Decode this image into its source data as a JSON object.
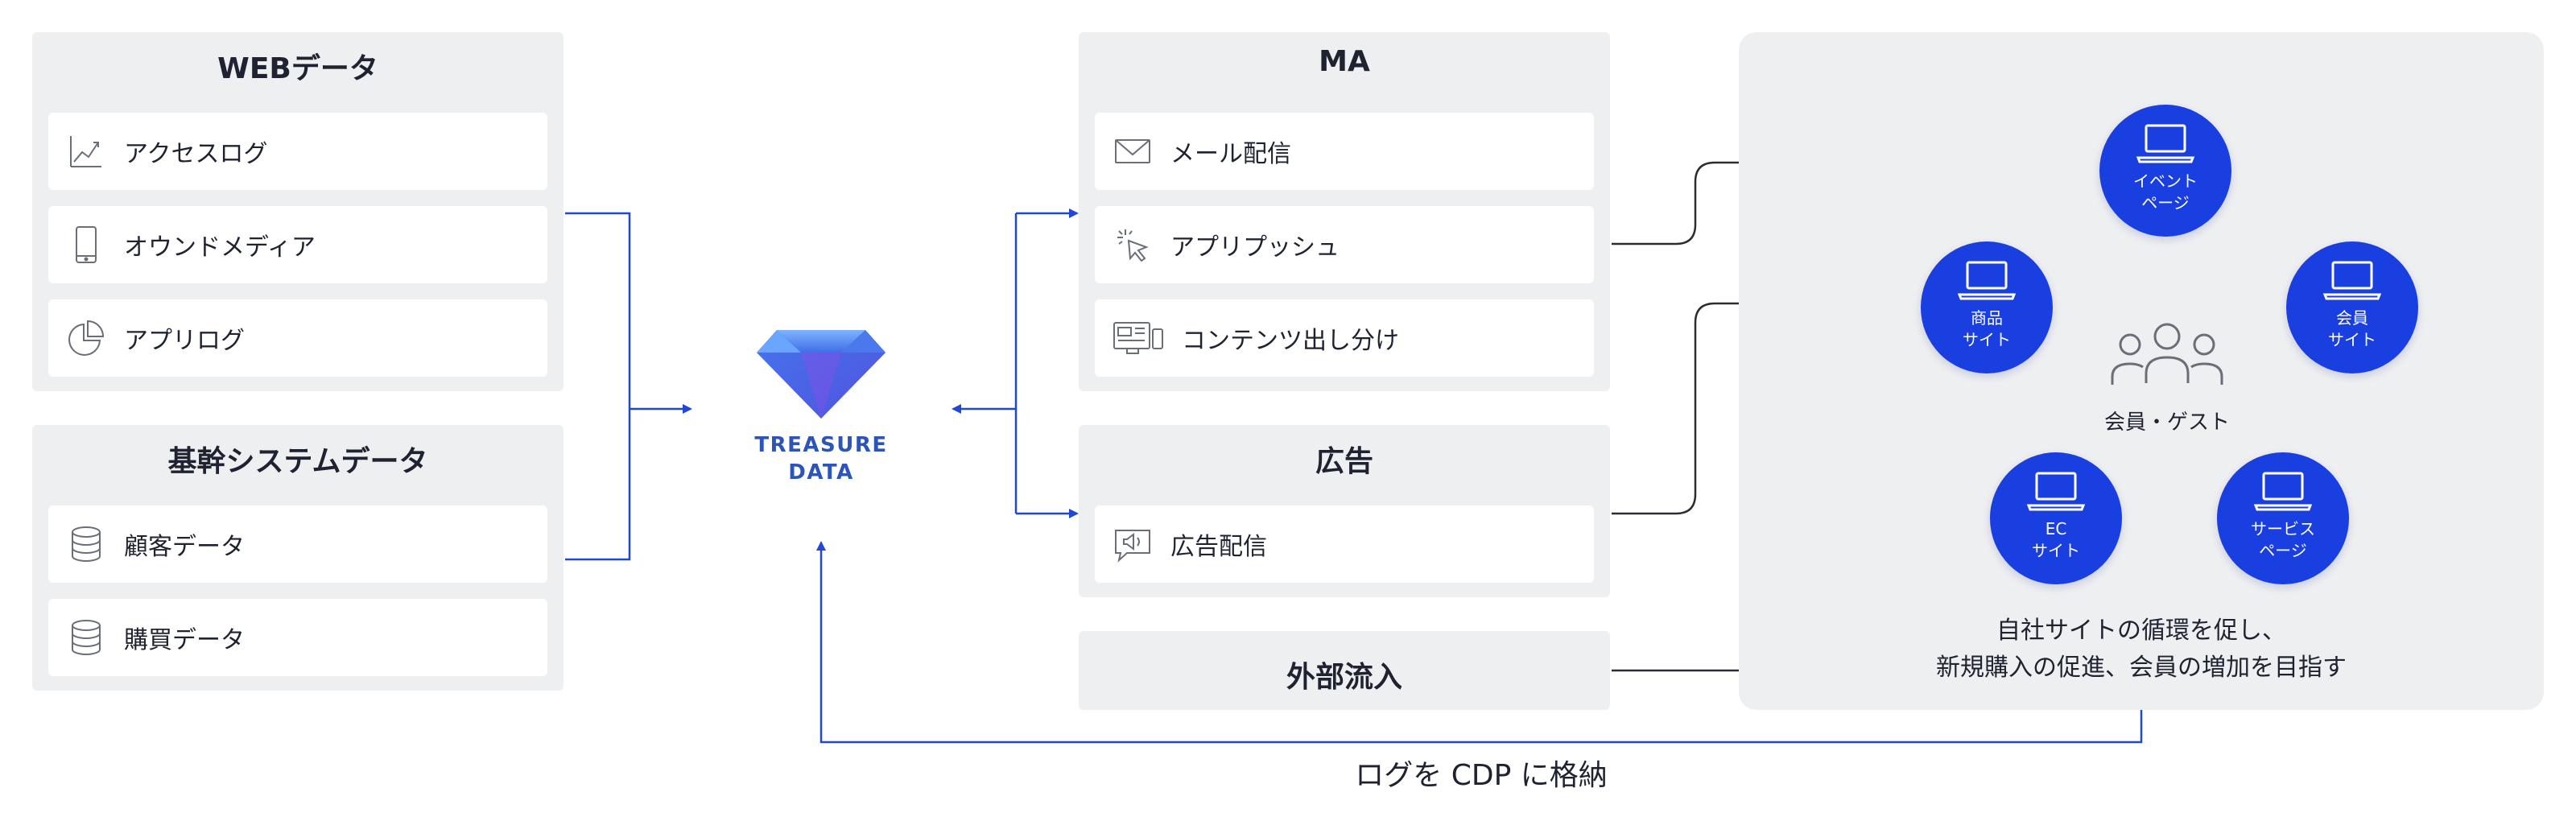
{
  "web": {
    "title": "WEBデータ",
    "items": [
      {
        "label": "アクセスログ",
        "icon": "chart-line-icon"
      },
      {
        "label": "オウンドメディア",
        "icon": "smartphone-icon"
      },
      {
        "label": "アプリログ",
        "icon": "pie-chart-icon"
      }
    ]
  },
  "core": {
    "title": "基幹システムデータ",
    "items": [
      {
        "label": "顧客データ",
        "icon": "database-icon"
      },
      {
        "label": "購買データ",
        "icon": "database-icon"
      }
    ]
  },
  "td": {
    "line1": "TREASURE",
    "line2": "DATA",
    "icon": "diamond-logo-icon"
  },
  "ma": {
    "title": "MA",
    "items": [
      {
        "label": "メール配信",
        "icon": "mail-icon"
      },
      {
        "label": "アプリプッシュ",
        "icon": "push-tap-icon"
      },
      {
        "label": "コンテンツ出し分け",
        "icon": "content-layout-icon"
      }
    ]
  },
  "ad": {
    "title": "広告",
    "items": [
      {
        "label": "広告配信",
        "icon": "megaphone-icon"
      }
    ]
  },
  "external": {
    "title": "外部流入"
  },
  "cycle": {
    "nodes": [
      {
        "id": "event",
        "label": "イベント\nページ"
      },
      {
        "id": "member",
        "label": "会員\nサイト"
      },
      {
        "id": "service",
        "label": "サービス\nページ"
      },
      {
        "id": "ec",
        "label": "EC\nサイト"
      },
      {
        "id": "product",
        "label": "商品\nサイト"
      }
    ],
    "center_label": "会員・ゲスト",
    "center_icon": "users-group-icon",
    "caption_line1": "自社サイトの循環を促し、",
    "caption_line2": "新規購入の促進、会員の増加を目指す"
  },
  "bottom_label": "ログを CDP に格納",
  "colors": {
    "panel_bg": "#eeeff1",
    "node_blue": "#1a3fe0",
    "arrow_blue": "#2247d6",
    "connector_dark": "#2b2d33",
    "logo_blue": "#2d55b8"
  }
}
